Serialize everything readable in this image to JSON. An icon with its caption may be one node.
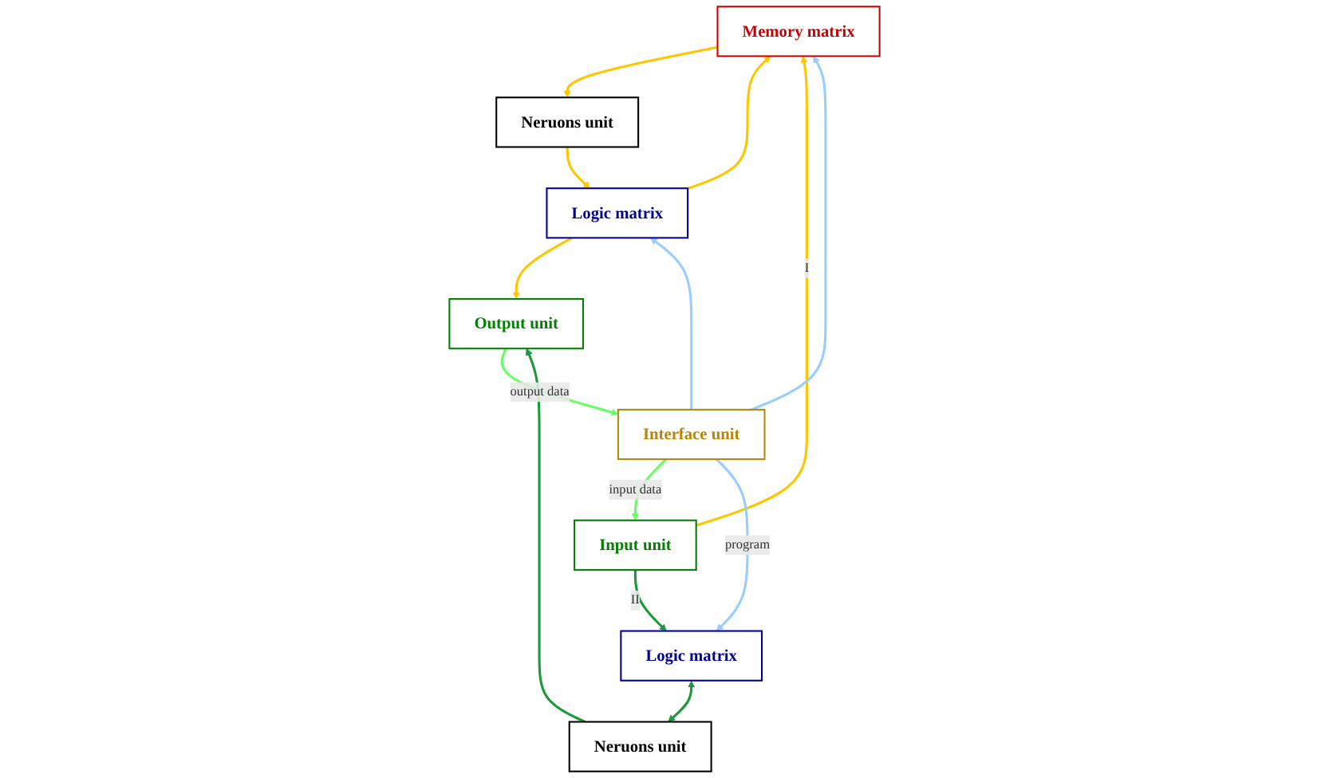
{
  "diagram": {
    "nodes": [
      {
        "text": [
          "Memory matrix"
        ]
      },
      {
        "text": [
          "Neruons unit"
        ]
      },
      {
        "text": [
          "Logic matrix"
        ]
      },
      {
        "text": [
          "Input unit"
        ]
      },
      {
        "text": [
          "Logic matrix"
        ]
      },
      {
        "text": [
          "Neruons unit"
        ]
      },
      {
        "text": [
          "Output unit"
        ]
      },
      {
        "text": [
          "Interface unit"
        ]
      }
    ],
    "edges": [
      {
        "from": 3,
        "to": 0,
        "arrow": "to",
        "label": "I",
        "color": "#ffc600"
      },
      {
        "from": 0,
        "to": 1,
        "arrow": "to",
        "color": "#ffc600"
      },
      {
        "from": 1,
        "to": 2,
        "arrow": "to",
        "color": "#ffc600"
      },
      {
        "from": 2,
        "to": 0,
        "arrow": "to",
        "color": "#ffc600"
      },
      {
        "from": 2,
        "to": 6,
        "arrow": "to",
        "color": "#ffc600"
      },
      {
        "from": 3,
        "to": 4,
        "arrow": "to",
        "label": "II",
        "color": "#1a9a3a"
      },
      {
        "from": 4,
        "to": 5,
        "arrow": "both",
        "color": "#1a9a3a"
      },
      {
        "from": 5,
        "to": 6,
        "arrow": "to",
        "color": "#1a9a3a"
      },
      {
        "from": 6,
        "to": 7,
        "arrow": "to",
        "label": "output data",
        "color": "#66ff66"
      },
      {
        "from": 7,
        "to": 3,
        "arrow": "to",
        "label": "input data",
        "color": "#66ff66"
      },
      {
        "from": 7,
        "to": 0,
        "arrow": "to",
        "color": "#99ccff"
      },
      {
        "from": 7,
        "to": 4,
        "arrow": "to",
        "label": "program",
        "color": "#99ccff"
      },
      {
        "from": 7,
        "to": 2,
        "arrow": "to",
        "color": "#99ccff"
      }
    ]
  }
}
